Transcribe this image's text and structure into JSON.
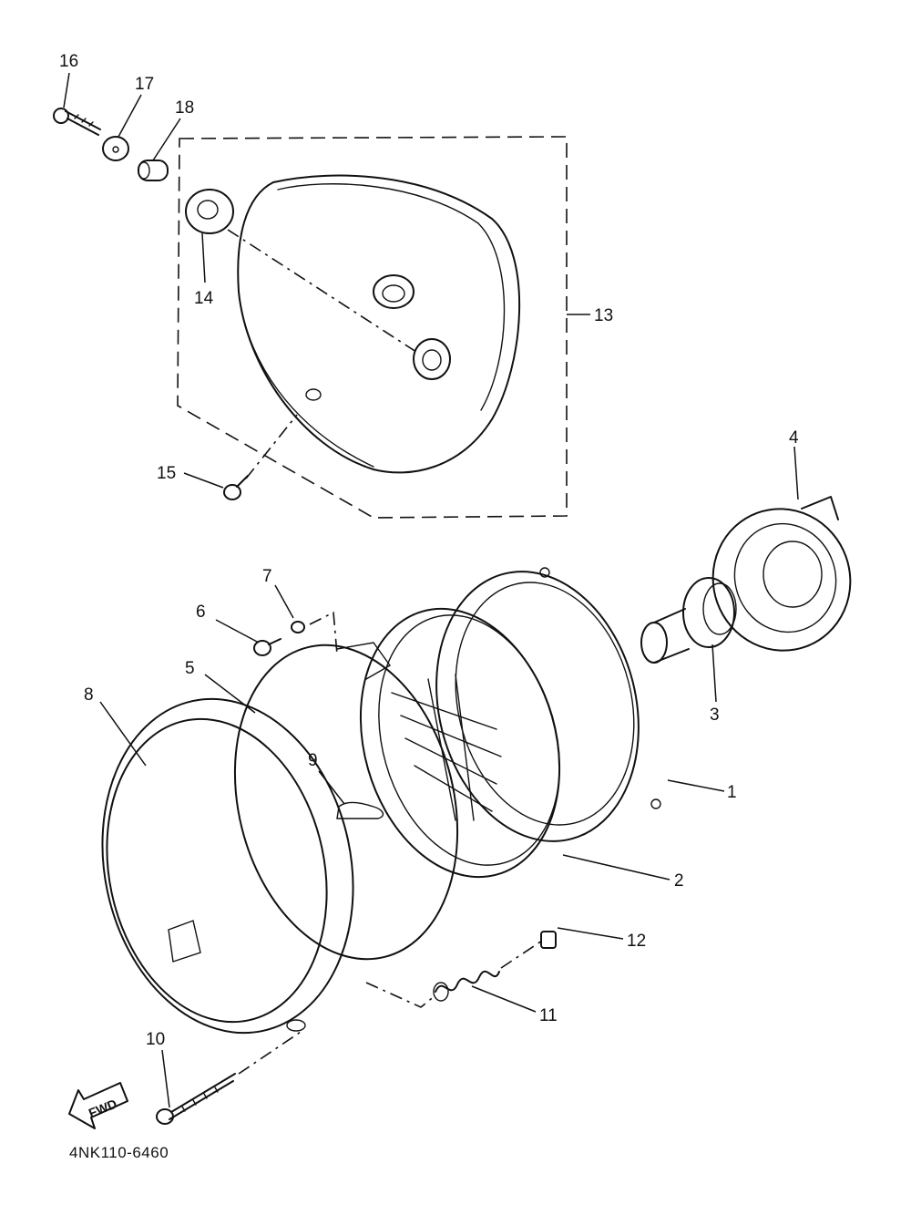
{
  "diagram": {
    "drawing_code": "4NK110-6460",
    "fwd_label": "FWD",
    "callouts": [
      "1",
      "2",
      "3",
      "4",
      "5",
      "6",
      "7",
      "8",
      "9",
      "10",
      "11",
      "12",
      "13",
      "14",
      "15",
      "16",
      "17",
      "18"
    ]
  }
}
